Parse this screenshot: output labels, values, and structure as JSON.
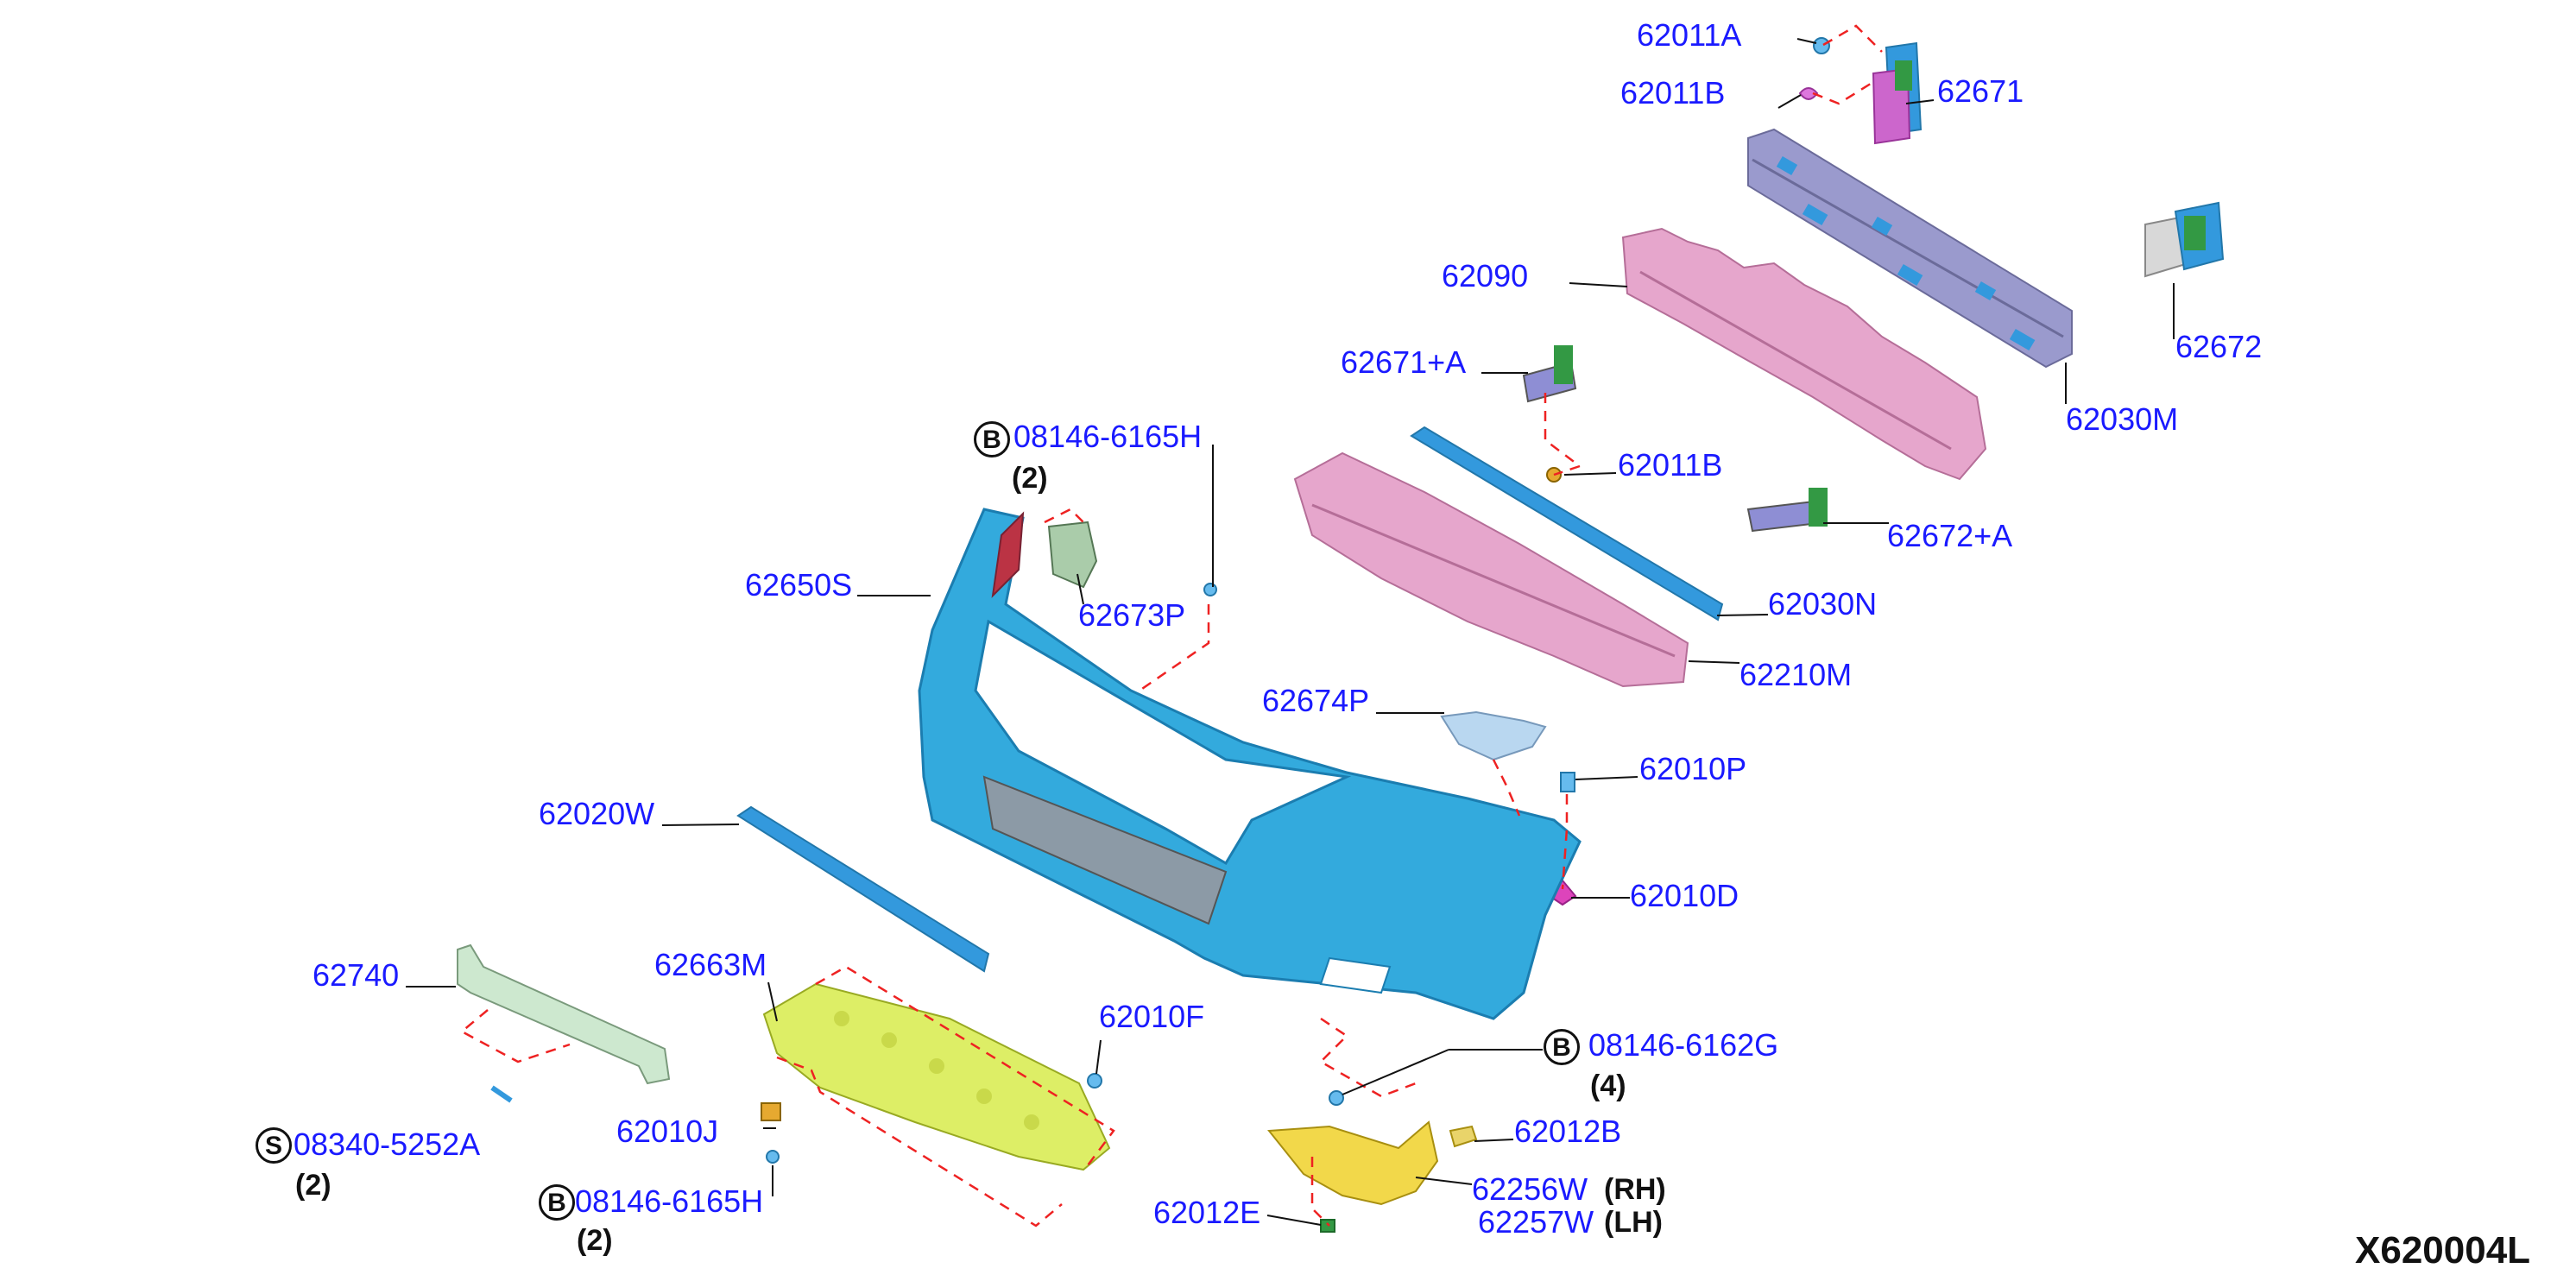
{
  "colors": {
    "label": "#1a1aff",
    "bumper_fascia": "#33aadd",
    "absorber": "#e6a6cc",
    "reinforcement": "#9999cc",
    "undercover": "#ddee66",
    "bracket": "#f2d84a",
    "leader_line": "#111111",
    "dashed_guide": "#ee2222"
  },
  "parts": [
    {
      "id": "p1",
      "number": "62011A"
    },
    {
      "id": "p2",
      "number": "62011B"
    },
    {
      "id": "p3",
      "number": "62671"
    },
    {
      "id": "p4",
      "number": "62090"
    },
    {
      "id": "p5",
      "number": "62672"
    },
    {
      "id": "p6",
      "number": "62671+A"
    },
    {
      "id": "p7",
      "number": "62030M"
    },
    {
      "id": "p8",
      "number": "08146-6165H",
      "prefix": "B",
      "qty": "(2)"
    },
    {
      "id": "p9",
      "number": "62011B"
    },
    {
      "id": "p10",
      "number": "62672+A"
    },
    {
      "id": "p11",
      "number": "62650S"
    },
    {
      "id": "p12",
      "number": "62673P"
    },
    {
      "id": "p13",
      "number": "62030N"
    },
    {
      "id": "p14",
      "number": "62210M"
    },
    {
      "id": "p15",
      "number": "62674P"
    },
    {
      "id": "p16",
      "number": "62010P"
    },
    {
      "id": "p17",
      "number": "62020W"
    },
    {
      "id": "p18",
      "number": "62010D"
    },
    {
      "id": "p19",
      "number": "62740"
    },
    {
      "id": "p20",
      "number": "62663M"
    },
    {
      "id": "p21",
      "number": "62010F"
    },
    {
      "id": "p22",
      "number": "08146-6162G",
      "prefix": "B",
      "qty": "(4)"
    },
    {
      "id": "p23",
      "number": "08340-5252A",
      "prefix": "S",
      "qty": "(2)"
    },
    {
      "id": "p24",
      "number": "62010J"
    },
    {
      "id": "p25",
      "number": "62012B"
    },
    {
      "id": "p26",
      "number": "62256W",
      "side": "(RH)"
    },
    {
      "id": "p27",
      "number": "62257W",
      "side": "(LH)"
    },
    {
      "id": "p28",
      "number": "08146-6165H",
      "prefix": "B",
      "qty": "(2)"
    },
    {
      "id": "p29",
      "number": "62012E"
    }
  ],
  "diagram_code": "X620004L"
}
